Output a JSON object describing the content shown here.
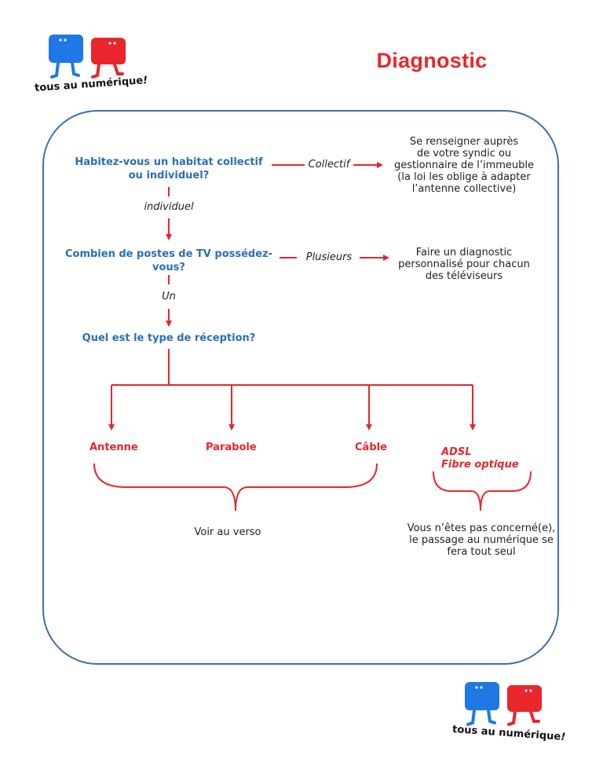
{
  "title": "Diagnostic",
  "logo": {
    "text": "tous au numérique",
    "excl": "!",
    "colors": {
      "blue": "#1e78e6",
      "red": "#e8262b"
    }
  },
  "q1": {
    "line1": "Habitez-vous un habitat collectif",
    "line2": "ou individuel?"
  },
  "a_collectif": "Collectif",
  "r_collectif": {
    "l1": "Se renseigner auprès",
    "l2": "de votre syndic ou",
    "l3": "gestionnaire de l’immeuble",
    "l4": "(la loi les oblige à adapter",
    "l5": "l’antenne collective)"
  },
  "a_individuel": "individuel",
  "q2": {
    "line1": "Combien de postes de TV possédez-",
    "line2": "vous?"
  },
  "a_plusieurs": "Plusieurs",
  "r_plusieurs": {
    "l1": "Faire un diagnostic",
    "l2": "personnalisé pour chacun",
    "l3": "des téléviseurs"
  },
  "a_un": "Un",
  "q3": "Quel est le type de réception?",
  "options": {
    "antenne": "Antenne",
    "parabole": "Parabole",
    "cable": "Câble",
    "adsl": "ADSL",
    "fibre": "Fibre optique"
  },
  "r_verso": "Voir au verso",
  "r_non": {
    "l1": "Vous n’êtes pas concerné(e),",
    "l2": "le passage au numérique se",
    "l3": "fera tout seul"
  },
  "colors": {
    "accent_red": "#e8262b",
    "question_blue": "#2f6db5",
    "frame_blue": "#3e6fb0"
  }
}
